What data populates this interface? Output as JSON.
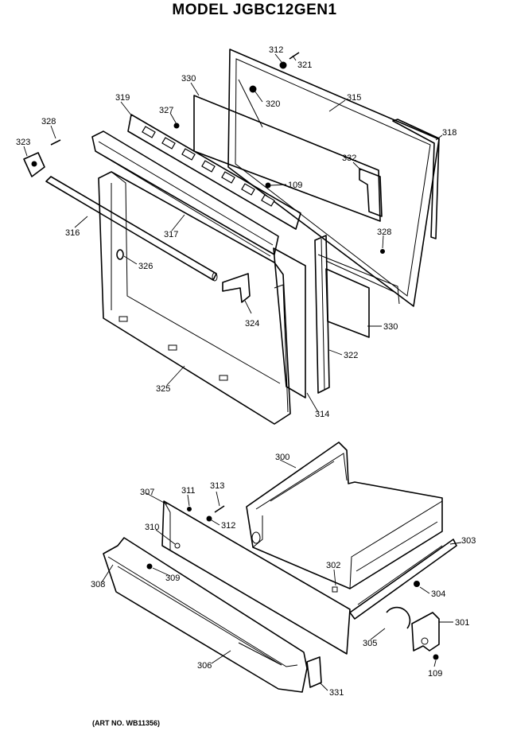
{
  "title": "MODEL JGBC12GEN1",
  "art_number": "(ART NO. WB11356)",
  "parts": [
    {
      "id": "lbl-312a",
      "label": "312"
    },
    {
      "id": "lbl-321",
      "label": "321"
    },
    {
      "id": "lbl-330a",
      "label": "330"
    },
    {
      "id": "lbl-315",
      "label": "315"
    },
    {
      "id": "lbl-319",
      "label": "319"
    },
    {
      "id": "lbl-327",
      "label": "327"
    },
    {
      "id": "lbl-320",
      "label": "320"
    },
    {
      "id": "lbl-318a",
      "label": "318"
    },
    {
      "id": "lbl-328a",
      "label": "328"
    },
    {
      "id": "lbl-323",
      "label": "323"
    },
    {
      "id": "lbl-332",
      "label": "332"
    },
    {
      "id": "lbl-109a",
      "label": "109"
    },
    {
      "id": "lbl-328b",
      "label": "328"
    },
    {
      "id": "lbl-316",
      "label": "316"
    },
    {
      "id": "lbl-317",
      "label": "317"
    },
    {
      "id": "lbl-326",
      "label": "326"
    },
    {
      "id": "lbl-324",
      "label": "324"
    },
    {
      "id": "lbl-330b",
      "label": "330"
    },
    {
      "id": "lbl-322",
      "label": "322"
    },
    {
      "id": "lbl-325",
      "label": "325"
    },
    {
      "id": "lbl-314",
      "label": "314"
    },
    {
      "id": "lbl-300",
      "label": "300"
    },
    {
      "id": "lbl-307",
      "label": "307"
    },
    {
      "id": "lbl-311",
      "label": "311"
    },
    {
      "id": "lbl-313",
      "label": "313"
    },
    {
      "id": "lbl-312b",
      "label": "312"
    },
    {
      "id": "lbl-310",
      "label": "310"
    },
    {
      "id": "lbl-303",
      "label": "303"
    },
    {
      "id": "lbl-308",
      "label": "308"
    },
    {
      "id": "lbl-309",
      "label": "309"
    },
    {
      "id": "lbl-302",
      "label": "302"
    },
    {
      "id": "lbl-304",
      "label": "304"
    },
    {
      "id": "lbl-301",
      "label": "301"
    },
    {
      "id": "lbl-305",
      "label": "305"
    },
    {
      "id": "lbl-306",
      "label": "306"
    },
    {
      "id": "lbl-109b",
      "label": "109"
    },
    {
      "id": "lbl-331",
      "label": "331"
    }
  ]
}
